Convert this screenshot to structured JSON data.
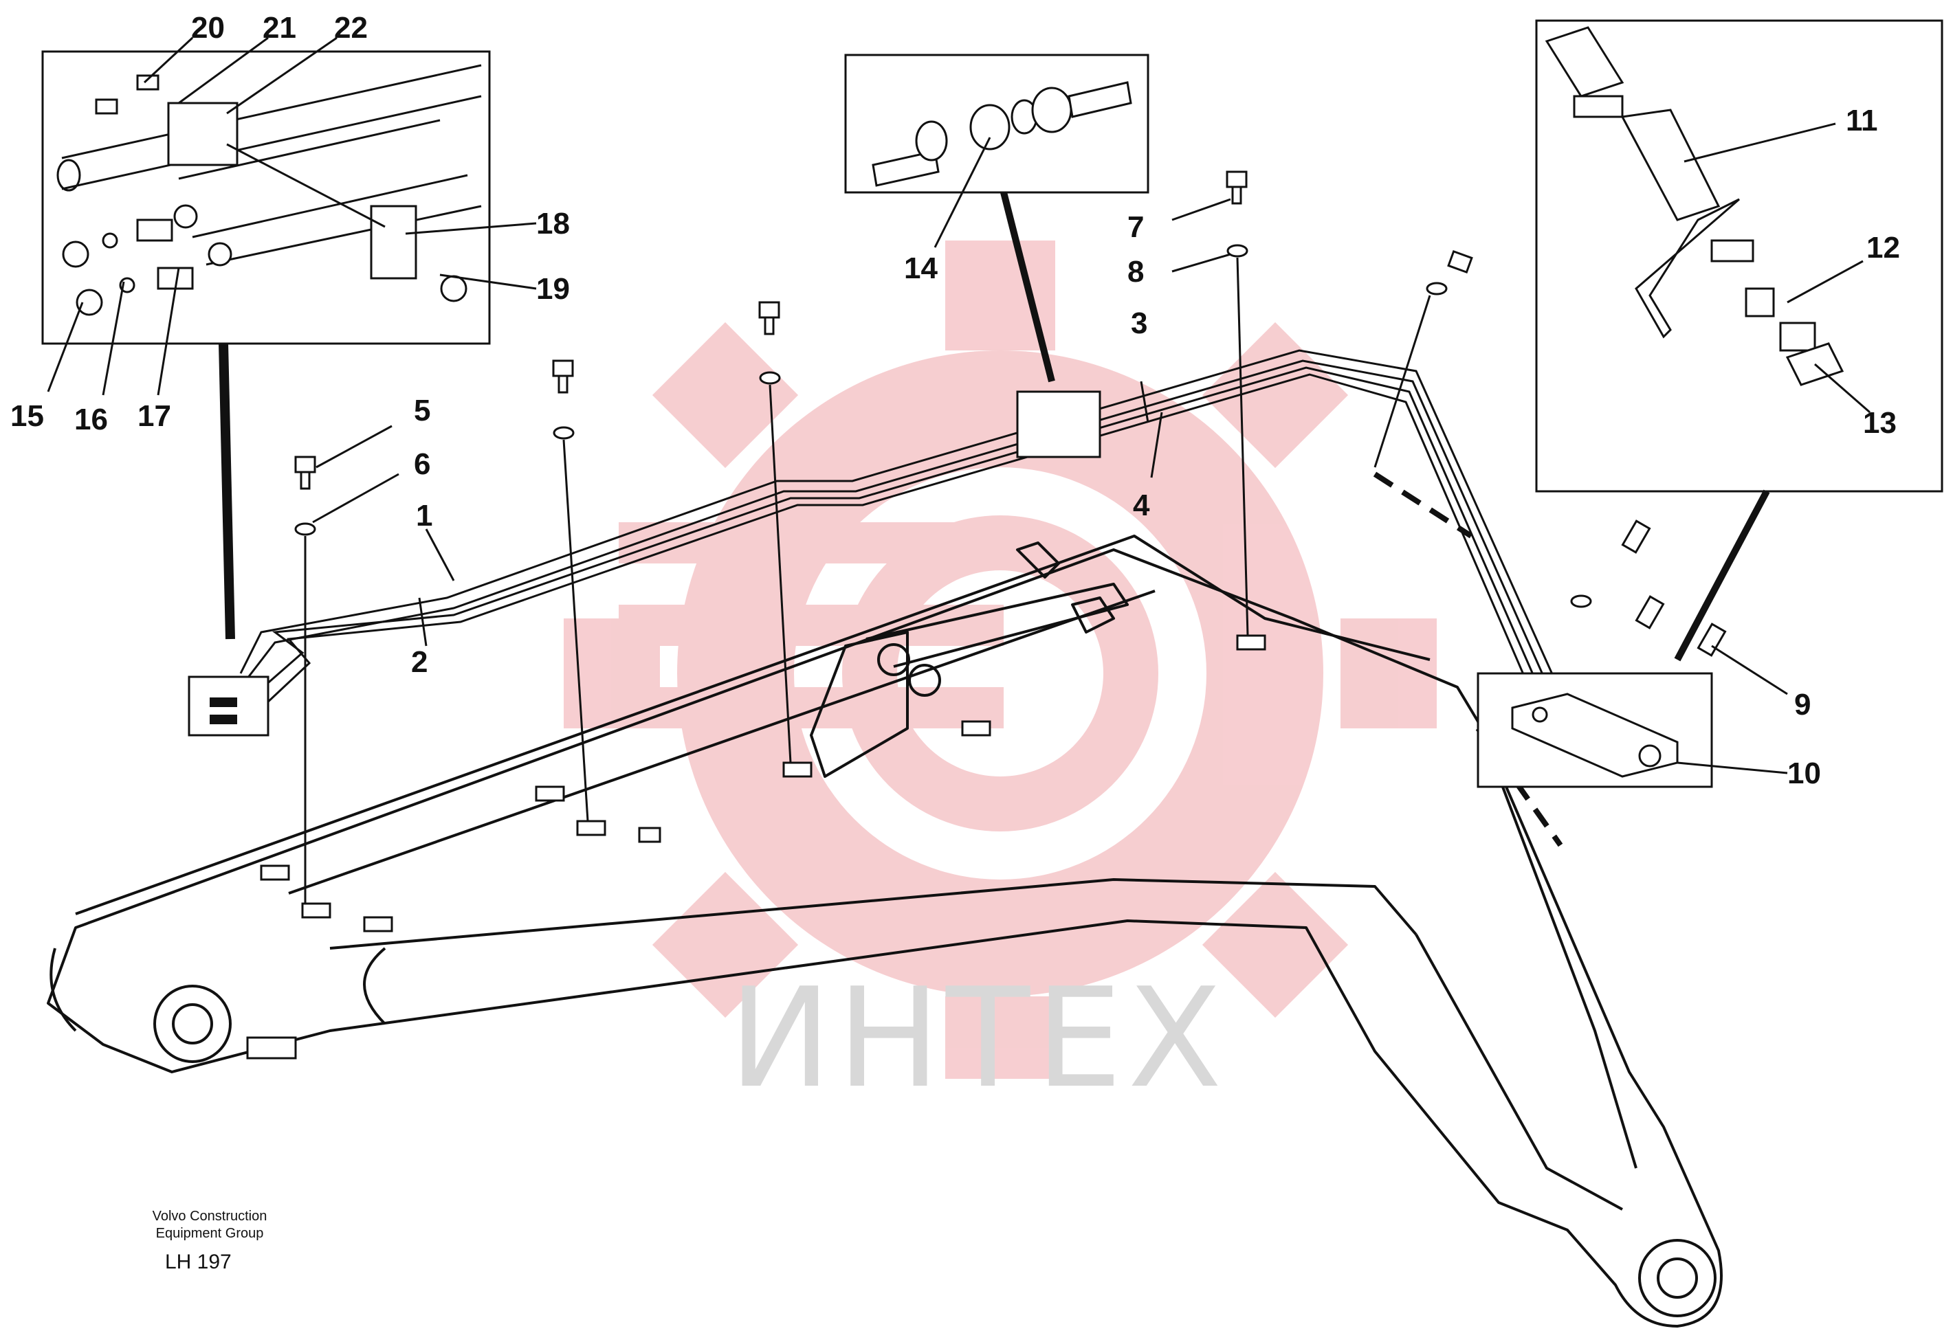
{
  "watermark": {
    "text": "ИНТЕХ",
    "gear_color": "#f6c9cc",
    "text_color": "#d8d8d8"
  },
  "footer": {
    "company_line1": "Volvo Construction",
    "company_line2": "Equipment Group",
    "drawing_code": "LH 197"
  },
  "callouts": [
    "1",
    "2",
    "3",
    "4",
    "5",
    "6",
    "7",
    "8",
    "9",
    "10",
    "11",
    "12",
    "13",
    "14",
    "15",
    "16",
    "17",
    "18",
    "19",
    "20",
    "21",
    "22"
  ]
}
